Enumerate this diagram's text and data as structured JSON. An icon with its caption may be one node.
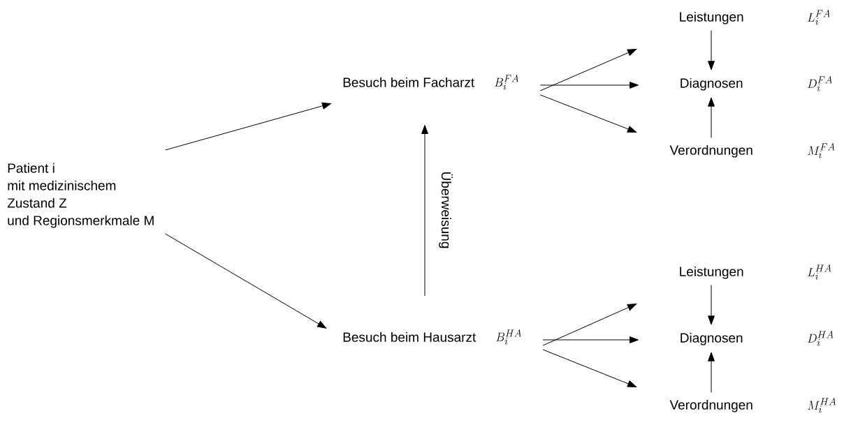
{
  "diagram": {
    "nodes": [
      {
        "text": [
          "Patient i",
          "mit medizinischem",
          "Zustand Z",
          "und Regionsmerkmale M"
        ]
      },
      {
        "text": [
          "Besuch beim Facharzt"
        ],
        "beside": [
          "B_i^{FA}"
        ]
      },
      {
        "text": [
          "Besuch beim Hausarzt"
        ],
        "beside": [
          "B_i^{HA}"
        ]
      },
      {
        "text": [
          "Leistungen"
        ],
        "beside": [
          "L_i^{FA}"
        ]
      },
      {
        "text": [
          "Diagnosen"
        ],
        "beside": [
          "D_i^{FA}"
        ]
      },
      {
        "text": [
          "Verordnungen"
        ],
        "beside": [
          "M_i^{FA}"
        ]
      },
      {
        "text": [
          "Leistungen"
        ],
        "beside": [
          "L_i^{HA}"
        ]
      },
      {
        "text": [
          "Diagnosen"
        ],
        "beside": [
          "D_i^{HA}"
        ]
      },
      {
        "text": [
          "Verordnungen"
        ],
        "beside": [
          "M_i^{HA}"
        ]
      }
    ],
    "edges": [
      {
        "from": 0,
        "to": 1,
        "arrow": "to"
      },
      {
        "from": 0,
        "to": 2,
        "arrow": "to"
      },
      {
        "from": 2,
        "to": 1,
        "arrow": "to",
        "label": "Überweisung"
      },
      {
        "from": 1,
        "to": 3,
        "arrow": "to"
      },
      {
        "from": 1,
        "to": 4,
        "arrow": "to"
      },
      {
        "from": 1,
        "to": 5,
        "arrow": "to"
      },
      {
        "from": 3,
        "to": 4,
        "arrow": "to"
      },
      {
        "from": 5,
        "to": 4,
        "arrow": "to"
      },
      {
        "from": 2,
        "to": 6,
        "arrow": "to"
      },
      {
        "from": 2,
        "to": 7,
        "arrow": "to"
      },
      {
        "from": 2,
        "to": 8,
        "arrow": "to"
      },
      {
        "from": 6,
        "to": 7,
        "arrow": "to"
      },
      {
        "from": 8,
        "to": 7,
        "arrow": "to"
      }
    ]
  }
}
